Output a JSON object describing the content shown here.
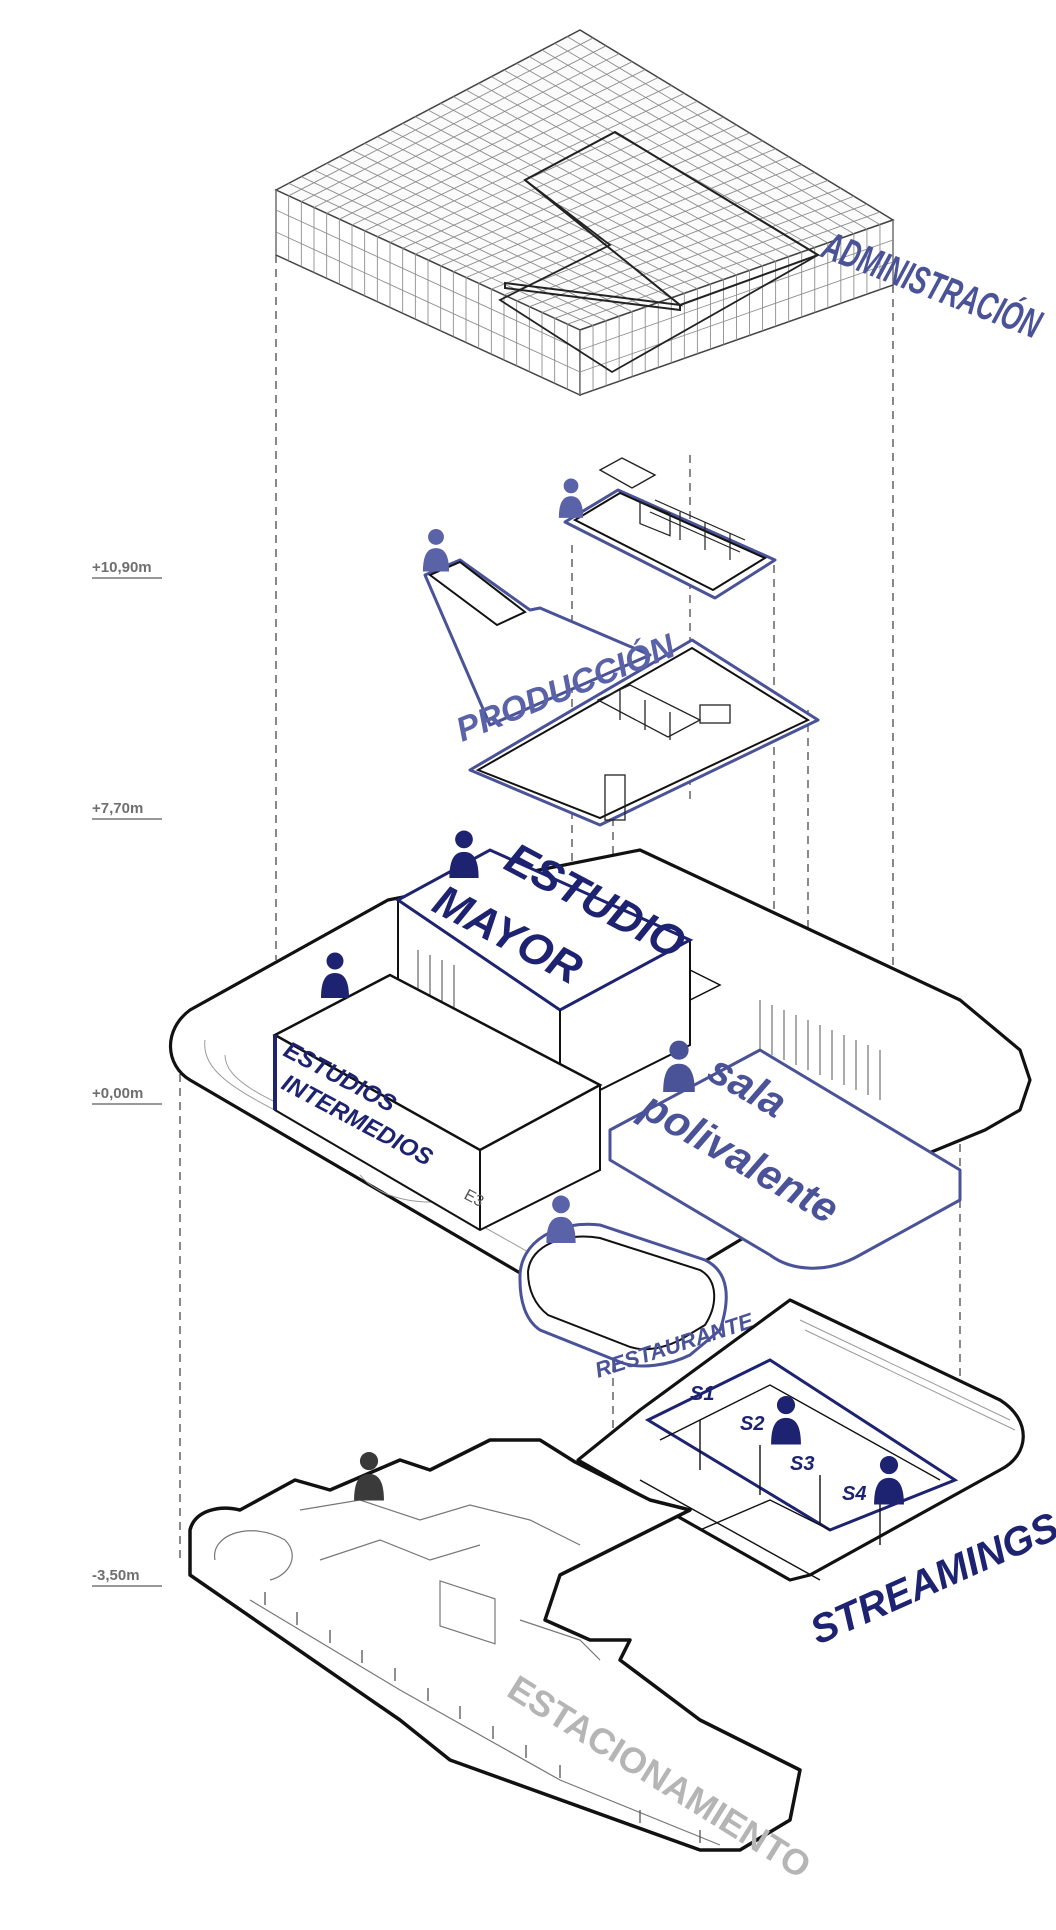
{
  "levels": [
    "+10,90m",
    "+7,70m",
    "+0,00m",
    "-3,50m"
  ],
  "labels": {
    "administracion": "ADMINISTRACIÓN",
    "produccion": "PRODUCCIÓN",
    "estudio_mayor_1": "ESTUDIO",
    "estudio_mayor_2": "MAYOR",
    "estudios_int_1": "ESTUDIOS",
    "estudios_int_2": "INTERMEDIOS",
    "e3": "E3",
    "sala_1": "sala",
    "sala_2": "polivalente",
    "restaurante": "RESTAURANTE",
    "streamings": "STREAMINGS",
    "s1": "S1",
    "s2": "S2",
    "s3": "S3",
    "s4": "S4",
    "estacionamiento": "ESTACIONAMIENTO"
  },
  "colors": {
    "navy": "#1d2370",
    "blue": "#4a5298",
    "lightblue": "#5a62a8",
    "grey_text": "#b5b5b5",
    "line": "#111111"
  },
  "icons": [
    "person-icon"
  ]
}
